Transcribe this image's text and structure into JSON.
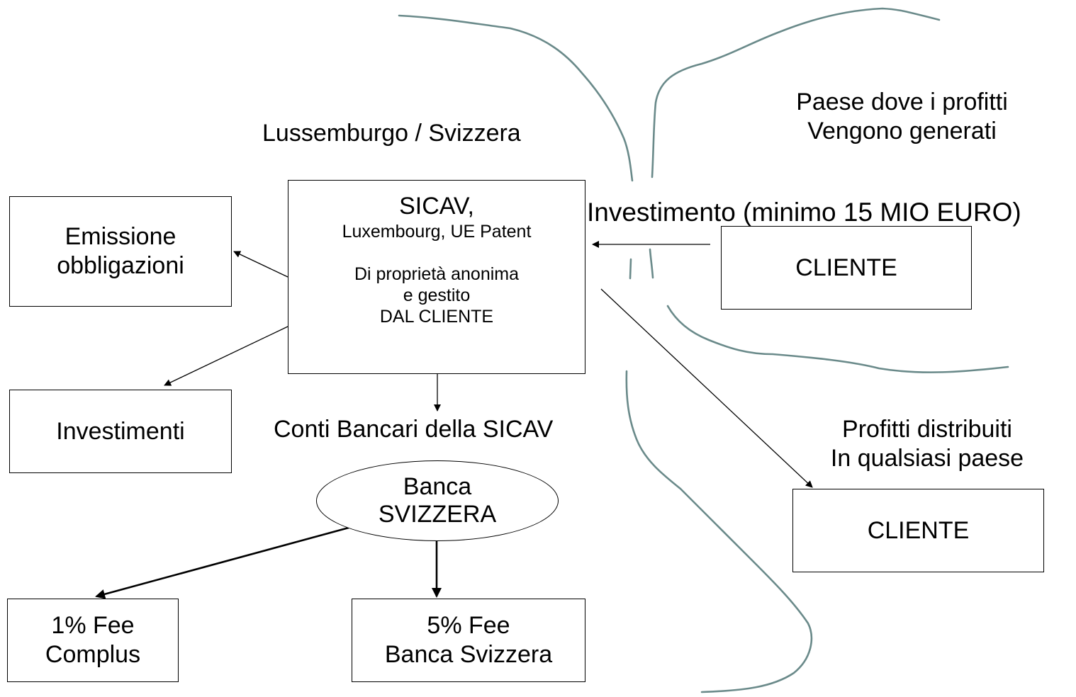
{
  "region_labels": {
    "left_country": "Lussemburgo / Svizzera",
    "profit_country_line1": "Paese dove i profitti",
    "profit_country_line2": "Vengono generati",
    "distribution_line1": "Profitti distribuiti",
    "distribution_line2": "In qualsiasi paese"
  },
  "sicav_box": {
    "title": "SICAV,",
    "subtitle": "Luxembourg,  UE Patent",
    "ownership_line1": "Di proprietà anonima",
    "ownership_line2": "e gestito",
    "ownership_line3": "DAL CLIENTE"
  },
  "investment_flow_label": "Investimento (minimo 15 MIO EURO)",
  "client_box_top": "CLIENTE",
  "client_box_bottom": "CLIENTE",
  "bonds_box": {
    "line1": "Emissione",
    "line2": "obbligazioni"
  },
  "investments_box": "Investimenti",
  "bank_accounts_label": "Conti Bancari della SICAV",
  "bank_ellipse": {
    "line1": "Banca",
    "line2": "SVIZZERA"
  },
  "fee_complus_box": {
    "line1": "1% Fee",
    "line2": "Complus"
  },
  "fee_bank_box": {
    "line1": "5% Fee",
    "line2": "Banca Svizzera"
  },
  "colors": {
    "border_line": "#6a8a8a",
    "text": "#000000",
    "arrow": "#000000"
  }
}
